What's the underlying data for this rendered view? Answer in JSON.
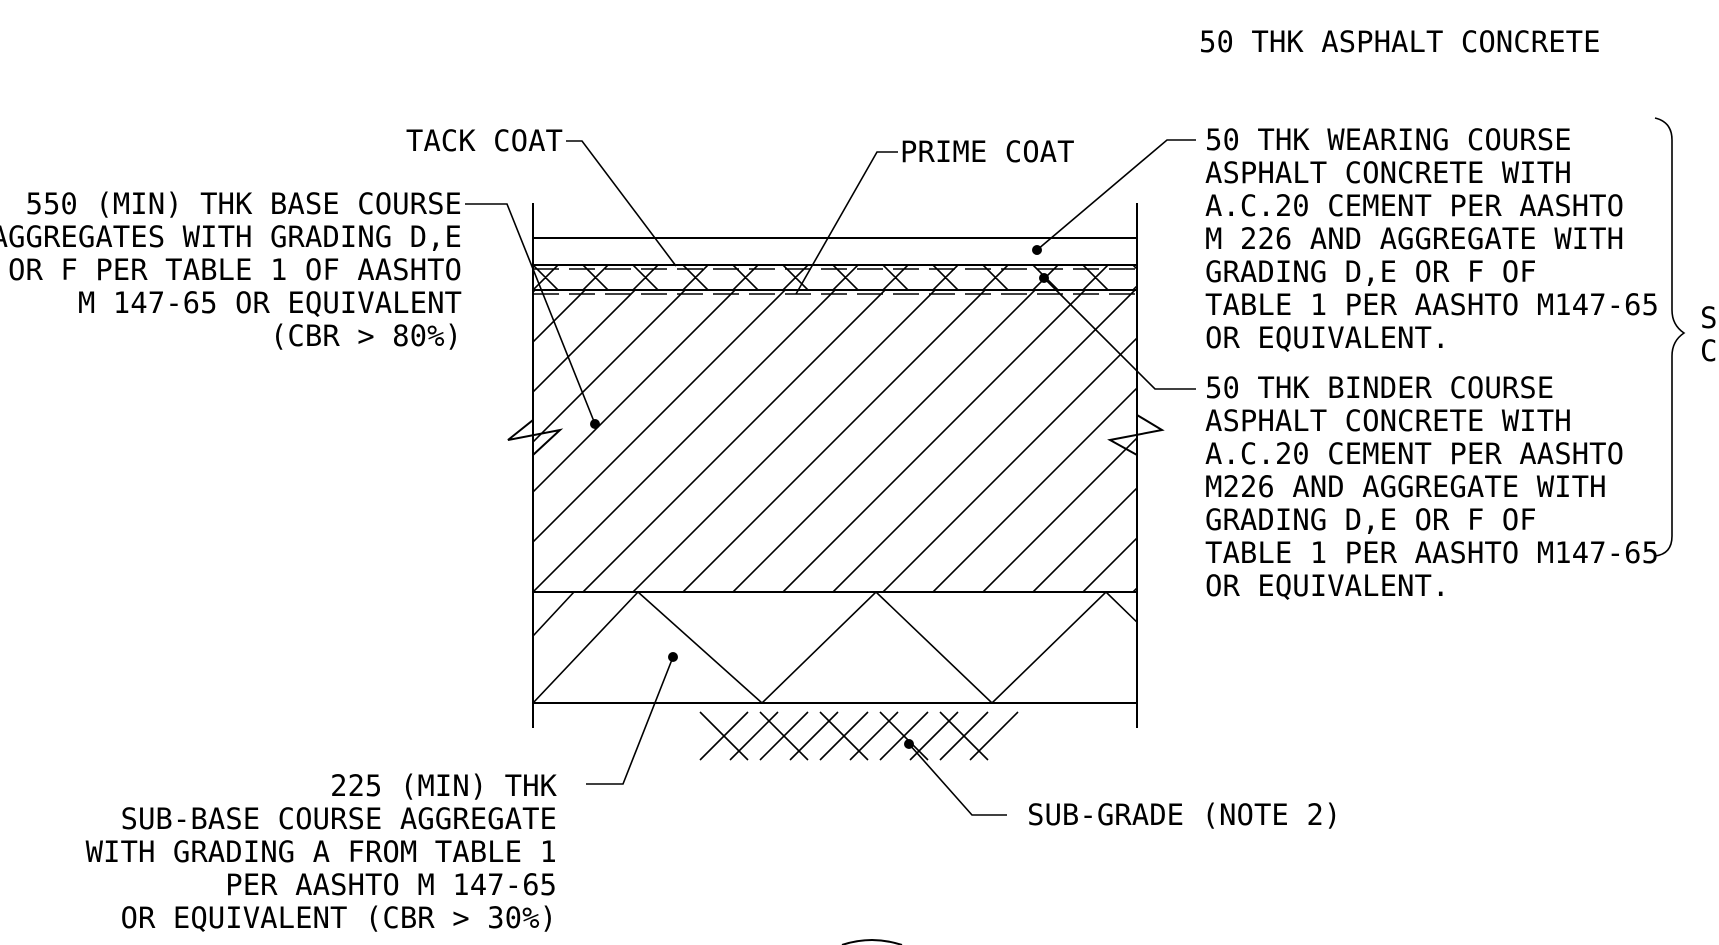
{
  "title": "50 THK ASPHALT CONCRETE",
  "labels": {
    "tack_coat": "TACK COAT",
    "prime_coat": "PRIME COAT",
    "base_course": [
      "550 (MIN) THK BASE COURSE",
      "AGGREGATES WITH GRADING D,E",
      "OR F PER TABLE 1 OF AASHTO",
      "M 147-65 OR EQUIVALENT",
      "(CBR > 80%)"
    ],
    "wearing_course": [
      "50 THK WEARING COURSE",
      "ASPHALT CONCRETE WITH",
      "A.C.20 CEMENT PER AASHTO",
      "M 226 AND AGGREGATE WITH",
      "GRADING D,E OR F OF",
      "TABLE 1 PER AASHTO M147-65",
      "OR EQUIVALENT."
    ],
    "binder_course": [
      "50 THK BINDER COURSE",
      "ASPHALT CONCRETE WITH",
      "A.C.20 CEMENT PER AASHTO",
      "M226 AND AGGREGATE WITH",
      "GRADING D,E OR F OF",
      "TABLE 1 PER AASHTO M147-65",
      "OR EQUIVALENT."
    ],
    "sub_base": [
      "225 (MIN) THK",
      "SUB-BASE COURSE AGGREGATE",
      "WITH GRADING A FROM TABLE 1",
      "PER AASHTO M 147-65",
      "OR EQUIVALENT (CBR > 30%)"
    ],
    "sub_grade": "SUB-GRADE (NOTE 2)",
    "brace_text": [
      "SU",
      "CR"
    ]
  }
}
